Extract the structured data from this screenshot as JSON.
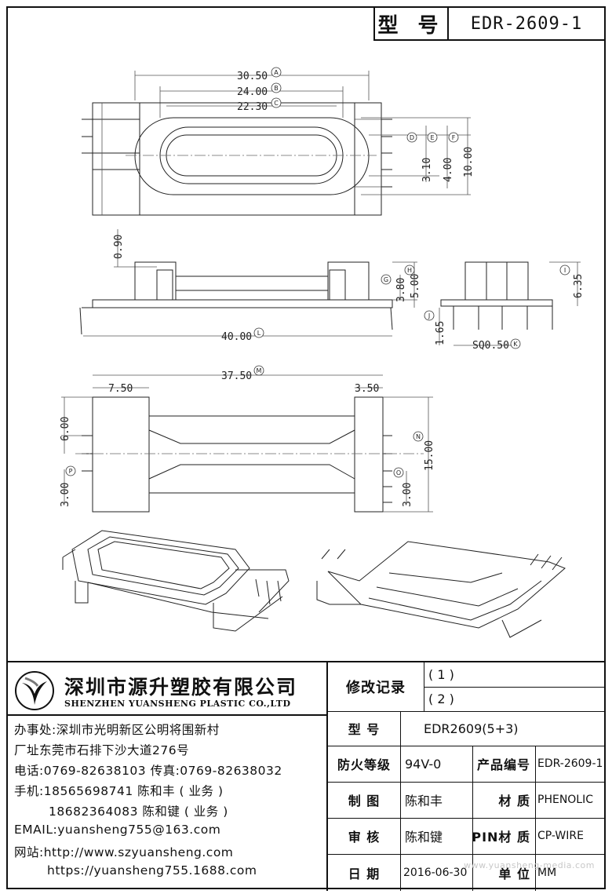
{
  "header": {
    "model_label": "型 号",
    "model_value": "EDR-2609-1"
  },
  "dimensions": {
    "A": "30.50",
    "B": "24.00",
    "C": "22.30",
    "D_label": "D",
    "E_label": "E",
    "F_label": "F",
    "D": "3.10",
    "E": "4.00",
    "F": "10.00",
    "top_left_offset": "0.90",
    "G": "3.80",
    "H": "5.00",
    "I": "6.35",
    "J": "1.65",
    "K": "SQ0.50",
    "L": "40.00",
    "M": "37.50",
    "left_margin": "7.50",
    "right_margin": "3.50",
    "height_6": "6.00",
    "N": "15.00",
    "P": "3.00",
    "O": "3.00"
  },
  "bubbles": [
    "A",
    "B",
    "C",
    "D",
    "E",
    "F",
    "G",
    "H",
    "I",
    "J",
    "K",
    "L",
    "M",
    "N",
    "O",
    "P"
  ],
  "company": {
    "name": "深圳市源升塑胶有限公司",
    "name_en": "SHENZHEN YUANSHENG PLASTIC CO.,LTD",
    "office": "办事处:深圳市光明新区公明将围新村",
    "factory": "厂址东莞市石排下沙大道276号",
    "phone": "电话:0769-82638103 传真:0769-82638032",
    "mobile1": "手机:18565698741 陈和丰 ( 业务 )",
    "mobile2": "18682364083 陈和键 ( 业务 )",
    "email": "EMAIL:yuansheng755@163.com",
    "website1": "网站:http://www.szyuansheng.com",
    "website2": "https://yuansheng755.1688.com"
  },
  "record": {
    "label": "修改记录",
    "rev1": "( 1 )",
    "rev2": "( 2 )"
  },
  "table": {
    "model_label": "型 号",
    "model_value": "EDR2609(5+3)",
    "fire_label": "防火等级",
    "fire_value": "94V-0",
    "product_no_label": "产品编号",
    "product_no_value": "EDR-2609-1",
    "drawn_label": "制 图",
    "drawn_value": "陈和丰",
    "material_label": "材 质",
    "material_value": "PHENOLIC",
    "review_label": "审 核",
    "review_value": "陈和键",
    "pin_label": "PIN材 质",
    "pin_value": "CP-WIRE",
    "date_label": "日 期",
    "date_value": "2016-06-30",
    "unit_label": "单 位",
    "unit_value": "MM"
  },
  "watermark": "www.yuansheng-media.com"
}
